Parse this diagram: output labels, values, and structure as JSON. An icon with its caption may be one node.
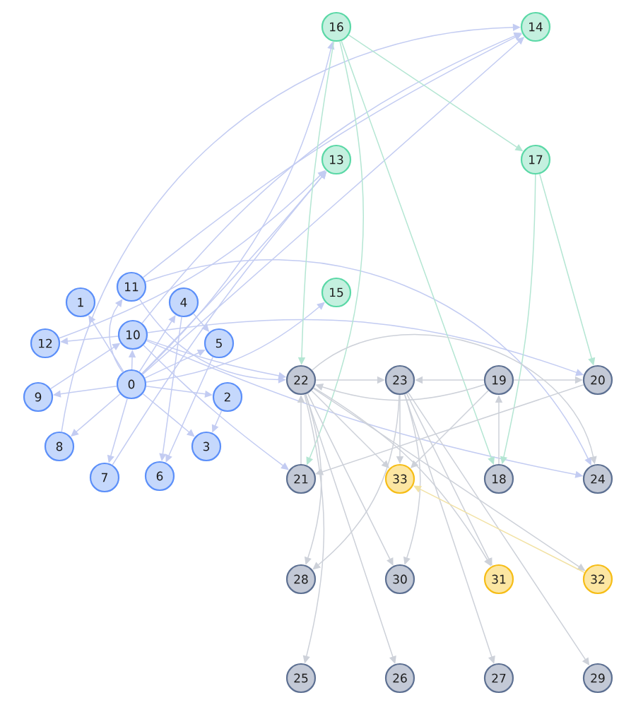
{
  "diagram": {
    "nodes": [
      {
        "text": [
          "0"
        ]
      },
      {
        "text": [
          "1"
        ]
      },
      {
        "text": [
          "2"
        ]
      },
      {
        "text": [
          "3"
        ]
      },
      {
        "text": [
          "4"
        ]
      },
      {
        "text": [
          "5"
        ]
      },
      {
        "text": [
          "6"
        ]
      },
      {
        "text": [
          "7"
        ]
      },
      {
        "text": [
          "8"
        ]
      },
      {
        "text": [
          "9"
        ]
      },
      {
        "text": [
          "10"
        ]
      },
      {
        "text": [
          "11"
        ]
      },
      {
        "text": [
          "12"
        ]
      },
      {
        "text": [
          "13"
        ]
      },
      {
        "text": [
          "14"
        ]
      },
      {
        "text": [
          "15"
        ]
      },
      {
        "text": [
          "16"
        ]
      },
      {
        "text": [
          "17"
        ]
      },
      {
        "text": [
          "18"
        ]
      },
      {
        "text": [
          "19"
        ]
      },
      {
        "text": [
          "20"
        ]
      },
      {
        "text": [
          "21"
        ]
      },
      {
        "text": [
          "22"
        ]
      },
      {
        "text": [
          "23"
        ]
      },
      {
        "text": [
          "24"
        ]
      },
      {
        "text": [
          "25"
        ]
      },
      {
        "text": [
          "26"
        ]
      },
      {
        "text": [
          "27"
        ]
      },
      {
        "text": [
          "28"
        ]
      },
      {
        "text": [
          "29"
        ]
      },
      {
        "text": [
          "30"
        ]
      },
      {
        "text": [
          "31"
        ]
      },
      {
        "text": [
          "32"
        ]
      },
      {
        "text": [
          "33"
        ]
      }
    ],
    "edges": [
      {
        "from": 0,
        "to": 1,
        "arrow": "to"
      },
      {
        "from": 0,
        "to": 2,
        "arrow": "to"
      },
      {
        "from": 0,
        "to": 3,
        "arrow": "to"
      },
      {
        "from": 0,
        "to": 4,
        "arrow": "to"
      },
      {
        "from": 0,
        "to": 5,
        "arrow": "to"
      },
      {
        "from": 0,
        "to": 7,
        "arrow": "to"
      },
      {
        "from": 0,
        "to": 8,
        "arrow": "to"
      },
      {
        "from": 0,
        "to": 9,
        "arrow": "to"
      },
      {
        "from": 0,
        "to": 10,
        "arrow": "to"
      },
      {
        "from": 0,
        "to": 11,
        "arrow": "to"
      },
      {
        "from": 0,
        "to": 13,
        "arrow": "to"
      },
      {
        "from": 0,
        "to": 14,
        "arrow": "to"
      },
      {
        "from": 0,
        "to": 15,
        "arrow": "to"
      },
      {
        "from": 0,
        "to": 16,
        "arrow": "to"
      },
      {
        "from": 2,
        "to": 3,
        "arrow": "to"
      },
      {
        "from": 4,
        "to": 5,
        "arrow": "to"
      },
      {
        "from": 4,
        "to": 6,
        "arrow": "to"
      },
      {
        "from": 5,
        "to": 6,
        "arrow": "to"
      },
      {
        "from": 7,
        "to": 13,
        "arrow": "to"
      },
      {
        "from": 8,
        "to": 14,
        "arrow": "to"
      },
      {
        "from": 9,
        "to": 10,
        "arrow": "to"
      },
      {
        "from": 10,
        "to": 22,
        "arrow": "to"
      },
      {
        "from": 10,
        "to": 14,
        "arrow": "to"
      },
      {
        "from": 10,
        "to": 12,
        "arrow": "to"
      },
      {
        "from": 10,
        "to": 24,
        "arrow": "to"
      },
      {
        "from": 10,
        "to": 21,
        "arrow": "to"
      },
      {
        "from": 10,
        "to": 20,
        "arrow": "to"
      },
      {
        "from": 11,
        "to": 24,
        "arrow": "to"
      },
      {
        "from": 11,
        "to": 22,
        "arrow": "to"
      },
      {
        "from": 11,
        "to": 14,
        "arrow": "to"
      },
      {
        "from": 12,
        "to": 13,
        "arrow": "to"
      },
      {
        "from": 16,
        "to": 17,
        "arrow": "to",
        "color": "#b4e6d3"
      },
      {
        "from": 16,
        "to": 18,
        "arrow": "to",
        "color": "#b4e6d3"
      },
      {
        "from": 16,
        "to": 21,
        "arrow": "to",
        "color": "#b4e6d3"
      },
      {
        "from": 16,
        "to": 22,
        "arrow": "to",
        "color": "#b4e6d3"
      },
      {
        "from": 17,
        "to": 18,
        "arrow": "to",
        "color": "#b4e6d3"
      },
      {
        "from": 17,
        "to": 20,
        "arrow": "to",
        "color": "#b4e6d3"
      },
      {
        "from": 18,
        "to": 19,
        "arrow": "to",
        "color": "#cdd1d9"
      },
      {
        "from": 19,
        "to": 20,
        "arrow": "to",
        "color": "#cdd1d9"
      },
      {
        "from": 19,
        "to": 33,
        "arrow": "to",
        "color": "#cdd1d9"
      },
      {
        "from": 19,
        "to": 22,
        "arrow": "to",
        "color": "#cdd1d9"
      },
      {
        "from": 19,
        "to": 23,
        "arrow": "to",
        "color": "#cdd1d9"
      },
      {
        "from": 20,
        "to": 21,
        "arrow": "to",
        "color": "#cdd1d9"
      },
      {
        "from": 21,
        "to": 22,
        "arrow": "to",
        "color": "#cdd1d9"
      },
      {
        "from": 22,
        "to": 24,
        "arrow": "to",
        "color": "#cdd1d9"
      },
      {
        "from": 22,
        "to": 25,
        "arrow": "to",
        "color": "#cdd1d9"
      },
      {
        "from": 22,
        "to": 26,
        "arrow": "to",
        "color": "#cdd1d9"
      },
      {
        "from": 22,
        "to": 23,
        "arrow": "to",
        "color": "#cdd1d9"
      },
      {
        "from": 22,
        "to": 28,
        "arrow": "to",
        "color": "#cdd1d9"
      },
      {
        "from": 22,
        "to": 30,
        "arrow": "to",
        "color": "#cdd1d9"
      },
      {
        "from": 22,
        "to": 31,
        "arrow": "to",
        "color": "#cdd1d9"
      },
      {
        "from": 22,
        "to": 32,
        "arrow": "to",
        "color": "#cdd1d9"
      },
      {
        "from": 22,
        "to": 33,
        "arrow": "to",
        "color": "#cdd1d9"
      },
      {
        "from": 23,
        "to": 28,
        "arrow": "to",
        "color": "#cdd1d9"
      },
      {
        "from": 23,
        "to": 27,
        "arrow": "to",
        "color": "#cdd1d9"
      },
      {
        "from": 23,
        "to": 29,
        "arrow": "to",
        "color": "#cdd1d9"
      },
      {
        "from": 23,
        "to": 30,
        "arrow": "to",
        "color": "#cdd1d9"
      },
      {
        "from": 23,
        "to": 31,
        "arrow": "to",
        "color": "#cdd1d9"
      },
      {
        "from": 23,
        "to": 33,
        "arrow": "to",
        "color": "#cdd1d9"
      },
      {
        "from": 32,
        "to": 33,
        "arrow": "to",
        "color": "#f2e2a4"
      }
    ]
  }
}
